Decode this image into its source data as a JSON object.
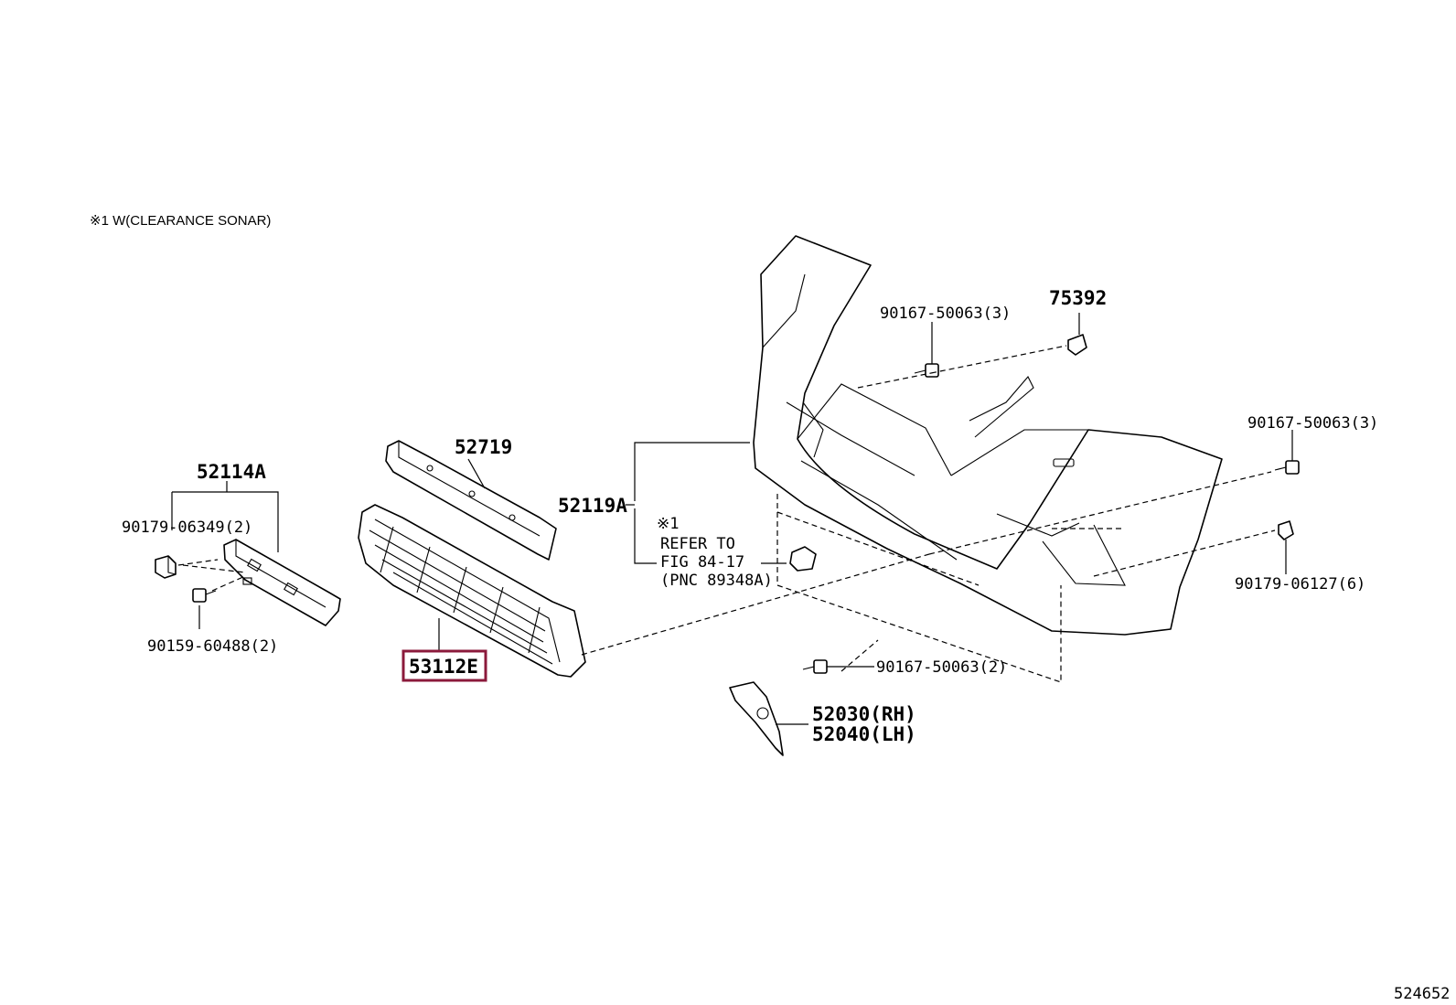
{
  "note": "※1 W(CLEARANCE SONAR)",
  "diagram_id": "524652",
  "callouts": {
    "p52114A": "52114A",
    "p90179_06349": "90179-06349(2)",
    "p90159_60488": "90159-60488(2)",
    "p52719": "52719",
    "p53112E": "53112E",
    "p52119A": "52119A",
    "p_refer_mark": "※1",
    "p_refer_1": "REFER TO",
    "p_refer_2": "FIG 84-17",
    "p_refer_3": "(PNC 89348A)",
    "p90167_top": "90167-50063(3)",
    "p75392": "75392",
    "p90167_right": "90167-50063(3)",
    "p90179_06127": "90179-06127(6)",
    "p90167_bottom": "90167-50063(2)",
    "p52030": "52030(RH)",
    "p52040": "52040(LH)"
  },
  "colors": {
    "highlight": "#8b1a3b",
    "line": "#000000"
  }
}
